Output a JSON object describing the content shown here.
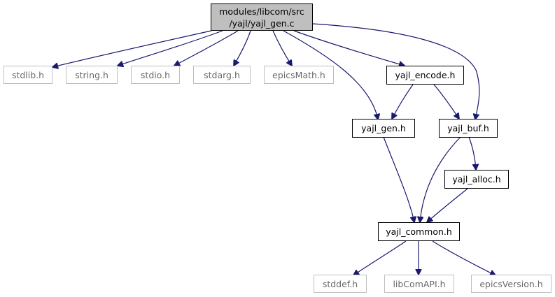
{
  "root": {
    "line1": "modules/libcom/src",
    "line2": "/yajl/yajl_gen.c"
  },
  "nodes": {
    "stdlib": "stdlib.h",
    "string": "string.h",
    "stdio": "stdio.h",
    "stdarg": "stdarg.h",
    "epicsmath": "epicsMath.h",
    "yajl_encode": "yajl_encode.h",
    "yajl_gen": "yajl_gen.h",
    "yajl_buf": "yajl_buf.h",
    "yajl_alloc": "yajl_alloc.h",
    "yajl_common": "yajl_common.h",
    "stddef": "stddef.h",
    "libcomapi": "libComAPI.h",
    "epicsversion": "epicsVersion.h"
  },
  "colors": {
    "edge": "#191970",
    "root_fill": "#bfbfbf",
    "external_border": "#bfbfbf",
    "external_text": "#6a6a6a"
  }
}
